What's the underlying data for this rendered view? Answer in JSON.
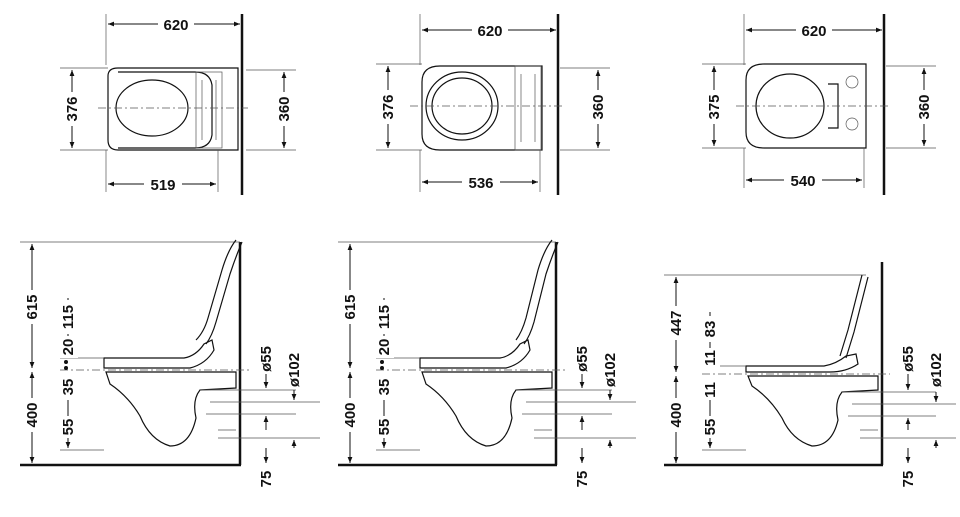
{
  "top_views": [
    {
      "width": "620",
      "depth_left": "376",
      "depth_right": "360",
      "length": "519"
    },
    {
      "width": "620",
      "depth_left": "376",
      "depth_right": "360",
      "length": "536"
    },
    {
      "width": "620",
      "depth_left": "375",
      "depth_right": "360",
      "length": "540"
    }
  ],
  "side_views": [
    {
      "total_height": "615",
      "lid_height": "115",
      "seat_offset": "20",
      "rim": "35",
      "mount_height": "400",
      "bottom": "55",
      "floor": "75",
      "pipe_small": "ø55",
      "pipe_large": "ø102"
    },
    {
      "total_height": "615",
      "lid_height": "115",
      "seat_offset": "20",
      "rim": "35",
      "mount_height": "400",
      "bottom": "55",
      "floor": "75",
      "pipe_small": "ø55",
      "pipe_large": "ø102"
    },
    {
      "total_height": "447",
      "lid_height": "83",
      "seat_offset": "11",
      "rim": "11",
      "mount_height": "400",
      "bottom": "55",
      "floor": "75",
      "pipe_small": "ø55",
      "pipe_large": "ø102"
    }
  ]
}
